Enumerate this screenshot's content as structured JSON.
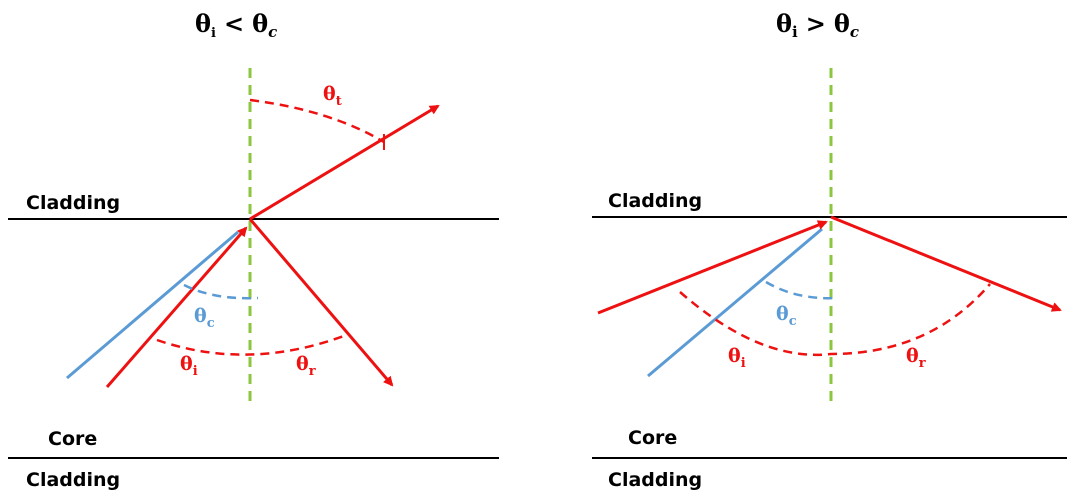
{
  "colors": {
    "normal": "#8cc63f",
    "ray": "#ee1111",
    "critical": "#5b9bd5",
    "boundary": "#000000"
  },
  "left_panel": {
    "title": {
      "base": "θ",
      "sub": "i",
      "op": "<",
      "base2": "θ",
      "sub2": "c"
    },
    "material_top": "Cladding",
    "material_core": "Core",
    "material_bottom": "Cladding",
    "angles": {
      "transmitted": {
        "base": "θ",
        "sub": "t"
      },
      "critical": {
        "base": "θ",
        "sub": "c"
      },
      "incident": {
        "base": "θ",
        "sub": "i"
      },
      "reflected": {
        "base": "θ",
        "sub": "r"
      }
    }
  },
  "right_panel": {
    "title": {
      "base": "θ",
      "sub": "i",
      "op": ">",
      "base2": "θ",
      "sub2": "c"
    },
    "material_top": "Cladding",
    "material_core": "Core",
    "material_bottom": "Cladding",
    "angles": {
      "critical": {
        "base": "θ",
        "sub": "c"
      },
      "incident": {
        "base": "θ",
        "sub": "i"
      },
      "reflected": {
        "base": "θ",
        "sub": "r"
      }
    }
  }
}
